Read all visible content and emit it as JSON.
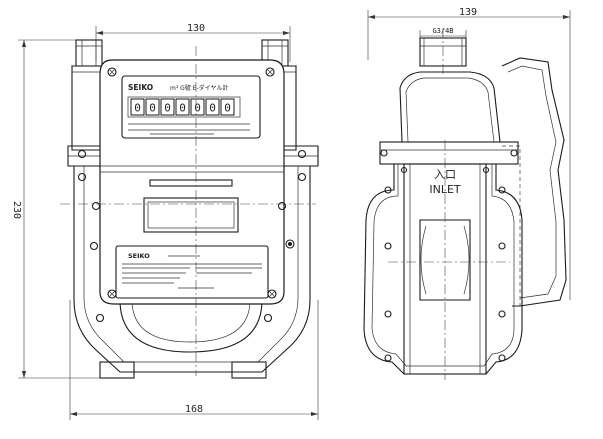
{
  "front_view": {
    "width_top_label": "130",
    "width_bottom_label": "168",
    "height_label": "230",
    "brand": "SEIKO",
    "unit_label": "m³ G號  E-ダイヤル計",
    "counter_digits": [
      "0",
      "0",
      "0",
      "0",
      "0",
      "0",
      "0"
    ],
    "plate_brand": "SEIKO"
  },
  "side_view": {
    "depth_label": "139",
    "thread_label": "G3/4B",
    "inlet_jp": "入口",
    "inlet_en": "INLET"
  },
  "colors": {
    "line": "#1a1a1a",
    "background": "#ffffff"
  }
}
